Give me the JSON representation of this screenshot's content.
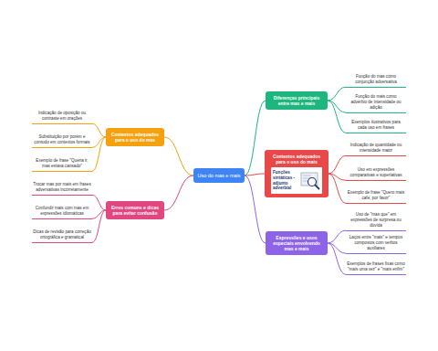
{
  "diagram": {
    "nodes": [
      {
        "text": [
          "Uso do mas e mais"
        ]
      },
      {
        "text": [
          "Diferenças principais entre mas e mais"
        ]
      },
      {
        "text": [
          "Função do mas como conjunção adversativa"
        ]
      },
      {
        "text": [
          "Função do mais como advérbio de intensidade ou adição"
        ]
      },
      {
        "text": [
          "Exemplos ilustrativos para cada uso em frases"
        ]
      },
      {
        "text": [
          "Contextos adequados para o uso do mais",
          "Funções sintáticas - adjunto adverbial"
        ]
      },
      {
        "text": [
          "Indicação de quantidade ou intensidade maior"
        ]
      },
      {
        "text": [
          "Uso em expressões comparativas e superlativas"
        ]
      },
      {
        "text": [
          "Exemplo de frase \"Quero mais café, por favor\""
        ]
      },
      {
        "text": [
          "Expressões e usos especiais envolvendo mas e mais"
        ]
      },
      {
        "text": [
          "Uso de \"mas que\" em expressões de surpresa ou dúvida"
        ]
      },
      {
        "text": [
          "Laços entre \"mais\" e tempos compostos com verbos auxiliares"
        ]
      },
      {
        "text": [
          "Exemplos de frases fixas como \"mais uma vez\" e \"mais enfim\""
        ]
      },
      {
        "text": [
          "Contextos adequados para o uso do mas"
        ]
      },
      {
        "text": [
          "Indicação de oposição ou contraste em orações"
        ]
      },
      {
        "text": [
          "Substituição por porém e contudo em contextos formais"
        ]
      },
      {
        "text": [
          "Exemplo de frase \"Queria ir, mas estava cansado\""
        ]
      },
      {
        "text": [
          "Erros comuns e dicas para evitar confusão"
        ]
      },
      {
        "text": [
          "Trocar mas por mais em frases adversativas incorretamente"
        ]
      },
      {
        "text": [
          "Confundir mais com mas em expressões idiomáticas"
        ]
      },
      {
        "text": [
          "Dicas de revisão para correção ortográfica e gramatical"
        ]
      }
    ],
    "edges": [
      {
        "from": 0,
        "to": 1,
        "arrow": "none"
      },
      {
        "from": 1,
        "to": 2,
        "arrow": "none"
      },
      {
        "from": 1,
        "to": 3,
        "arrow": "none"
      },
      {
        "from": 1,
        "to": 4,
        "arrow": "none"
      },
      {
        "from": 0,
        "to": 5,
        "arrow": "none"
      },
      {
        "from": 5,
        "to": 6,
        "arrow": "none"
      },
      {
        "from": 5,
        "to": 7,
        "arrow": "none"
      },
      {
        "from": 5,
        "to": 8,
        "arrow": "none"
      },
      {
        "from": 0,
        "to": 9,
        "arrow": "none"
      },
      {
        "from": 9,
        "to": 10,
        "arrow": "none"
      },
      {
        "from": 9,
        "to": 11,
        "arrow": "none"
      },
      {
        "from": 9,
        "to": 12,
        "arrow": "none"
      },
      {
        "from": 0,
        "to": 13,
        "arrow": "none"
      },
      {
        "from": 13,
        "to": 14,
        "arrow": "none"
      },
      {
        "from": 13,
        "to": 15,
        "arrow": "none"
      },
      {
        "from": 13,
        "to": 16,
        "arrow": "none"
      },
      {
        "from": 0,
        "to": 17,
        "arrow": "none"
      },
      {
        "from": 17,
        "to": 18,
        "arrow": "none"
      },
      {
        "from": 17,
        "to": 19,
        "arrow": "none"
      },
      {
        "from": 17,
        "to": 20,
        "arrow": "none"
      }
    ]
  }
}
